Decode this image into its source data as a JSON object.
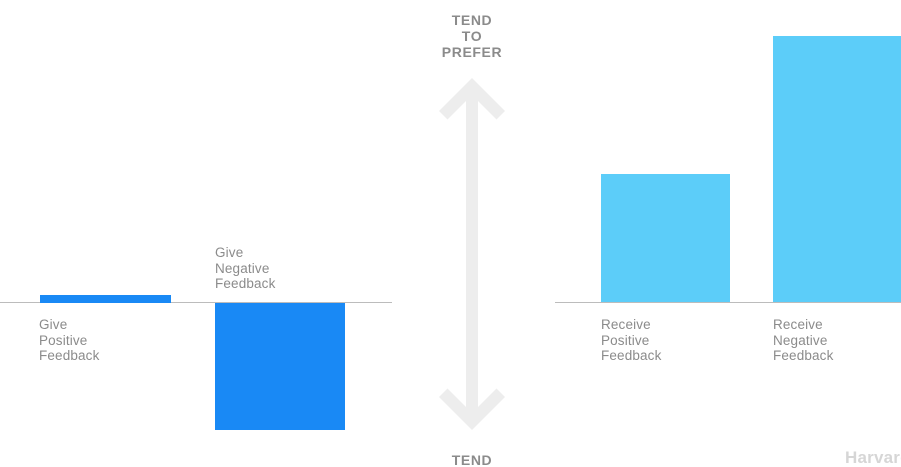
{
  "chart_data": {
    "type": "bar",
    "title": "",
    "subtitle": "",
    "xlabel": "",
    "ylabel": "TEND TO PREFER / TEND TO AVOID",
    "grid": false,
    "legend": "none",
    "axis_caption_top": "TEND\nTO\nPREFER",
    "axis_caption_bottom": "TEND",
    "panels": [
      {
        "name": "giving-feedback",
        "color": "#1989f5",
        "categories": [
          "Give\nPositive\nFeedback",
          "Give\nNegative\nFeedback"
        ],
        "values": [
          6,
          -100
        ],
        "value_units": "relative preference (baseline = 0)"
      },
      {
        "name": "receiving-feedback",
        "color": "#5ccdf9",
        "categories": [
          "Receive\nPositive\nFeedback",
          "Receive\nNegative\nFeedback"
        ],
        "values": [
          101,
          210
        ],
        "value_units": "relative preference (baseline = 0)"
      }
    ],
    "categories": [
      "Give Positive Feedback",
      "Give Negative Feedback",
      "Receive Positive Feedback",
      "Receive Negative Feedback"
    ],
    "values": [
      6,
      -100,
      101,
      210
    ],
    "ylim": [
      -110,
      230
    ]
  },
  "left_panel": {
    "bars": [
      {
        "label": "Give\nPositive\nFeedback"
      },
      {
        "label": "Give\nNegative\nFeedback"
      }
    ]
  },
  "right_panel": {
    "bars": [
      {
        "label": "Receive\nPositive\nFeedback"
      },
      {
        "label": "Receive\nNegative\nFeedback"
      }
    ]
  },
  "axis": {
    "top_caption": "TEND\nTO\nPREFER",
    "bottom_caption": "TEND"
  },
  "watermark": {
    "text": "Harvard Business Review"
  },
  "colors": {
    "bar_dark_blue": "#1989f5",
    "bar_light_blue": "#5ccdf9",
    "axis_line": "#bcbcbc",
    "arrow": "#ededed",
    "label_text": "#8b8b8b",
    "caption_text": "#8b8b8b",
    "background": "#ffffff"
  }
}
